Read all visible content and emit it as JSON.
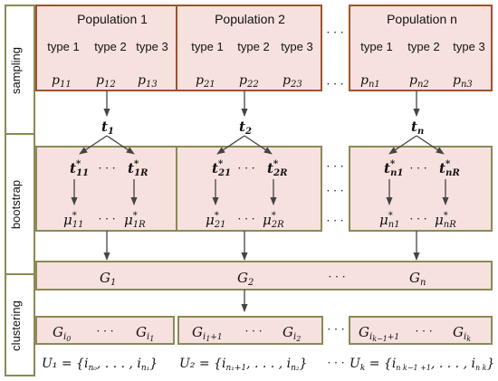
{
  "colors": {
    "box_fill": "#f7e1df",
    "box_stroke": "#a0522d",
    "lane_stroke": "#8a8a55",
    "arrow": "#444444"
  },
  "lanes": {
    "sampling": "sampling",
    "bootstrap": "bootstrap",
    "clustering": "clustering"
  },
  "populations": [
    {
      "title": "Population 1",
      "types": [
        "type 1",
        "type 2",
        "type 3"
      ],
      "p": [
        [
          "p",
          "11"
        ],
        [
          "p",
          "12"
        ],
        [
          "p",
          "13"
        ]
      ],
      "t_base": "t",
      "t_sub": "1",
      "t11_sub": "11",
      "t1R_sub": "1R",
      "mu1_sub": "11",
      "muR_sub": "1R",
      "G_base": "G",
      "G_sub": "1"
    },
    {
      "title": "Population 2",
      "types": [
        "type 1",
        "type 2",
        "type 3"
      ],
      "p": [
        [
          "p",
          "21"
        ],
        [
          "p",
          "22"
        ],
        [
          "p",
          "23"
        ]
      ],
      "t_base": "t",
      "t_sub": "2",
      "t11_sub": "21",
      "t1R_sub": "2R",
      "mu1_sub": "21",
      "muR_sub": "2R",
      "G_base": "G",
      "G_sub": "2"
    },
    {
      "title": "Population n",
      "types": [
        "type 1",
        "type 2",
        "type 3"
      ],
      "p": [
        [
          "p",
          "n1"
        ],
        [
          "p",
          "n2"
        ],
        [
          "p",
          "n3"
        ]
      ],
      "t_base": "t",
      "t_sub": "n",
      "t11_sub": "n1",
      "t1R_sub": "nR",
      "mu1_sub": "n1",
      "muR_sub": "nR",
      "G_base": "G",
      "G_sub": "n"
    }
  ],
  "symbols": {
    "t": "t",
    "mu": "μ",
    "star": "*",
    "ellipsis_h": "· · ·",
    "ellipsis_v": "⋮"
  },
  "clusters": {
    "c1_left": "G",
    "c1_left_sub": "i",
    "c1_left_subsub": "0",
    "c1_right": "G",
    "c1_right_sub": "i",
    "c1_right_subsub": "1",
    "c2_left": "G",
    "c2_left_sub": "i",
    "c2_left_subsub": "1",
    "c2_left_extra": "+1",
    "c2_right": "G",
    "c2_right_sub": "i",
    "c2_right_subsub": "2",
    "ck_left": "G",
    "ck_left_sub": "i",
    "ck_left_subsub": "k−1",
    "ck_left_extra": "+1",
    "ck_right": "G",
    "ck_right_sub": "i",
    "ck_right_subsub": "k"
  },
  "sets": {
    "u1": "U₁ = {i",
    "u1_a": "n₀",
    "u1_mid": ", . . . , i",
    "u1_b": "n₁",
    "u1_end": "}",
    "u2": "U₂ = {i",
    "u2_a": "n₁+1",
    "u2_mid": ", . . . , i",
    "u2_b": "n₂",
    "u2_end": "}",
    "sep": "· · ·",
    "uk": "U",
    "uk_sub": "k",
    "uk_eq": " = {i",
    "uk_a": "n k−1 +1",
    "uk_mid": ", . . . , i",
    "uk_b": "n k",
    "uk_end": "}"
  }
}
